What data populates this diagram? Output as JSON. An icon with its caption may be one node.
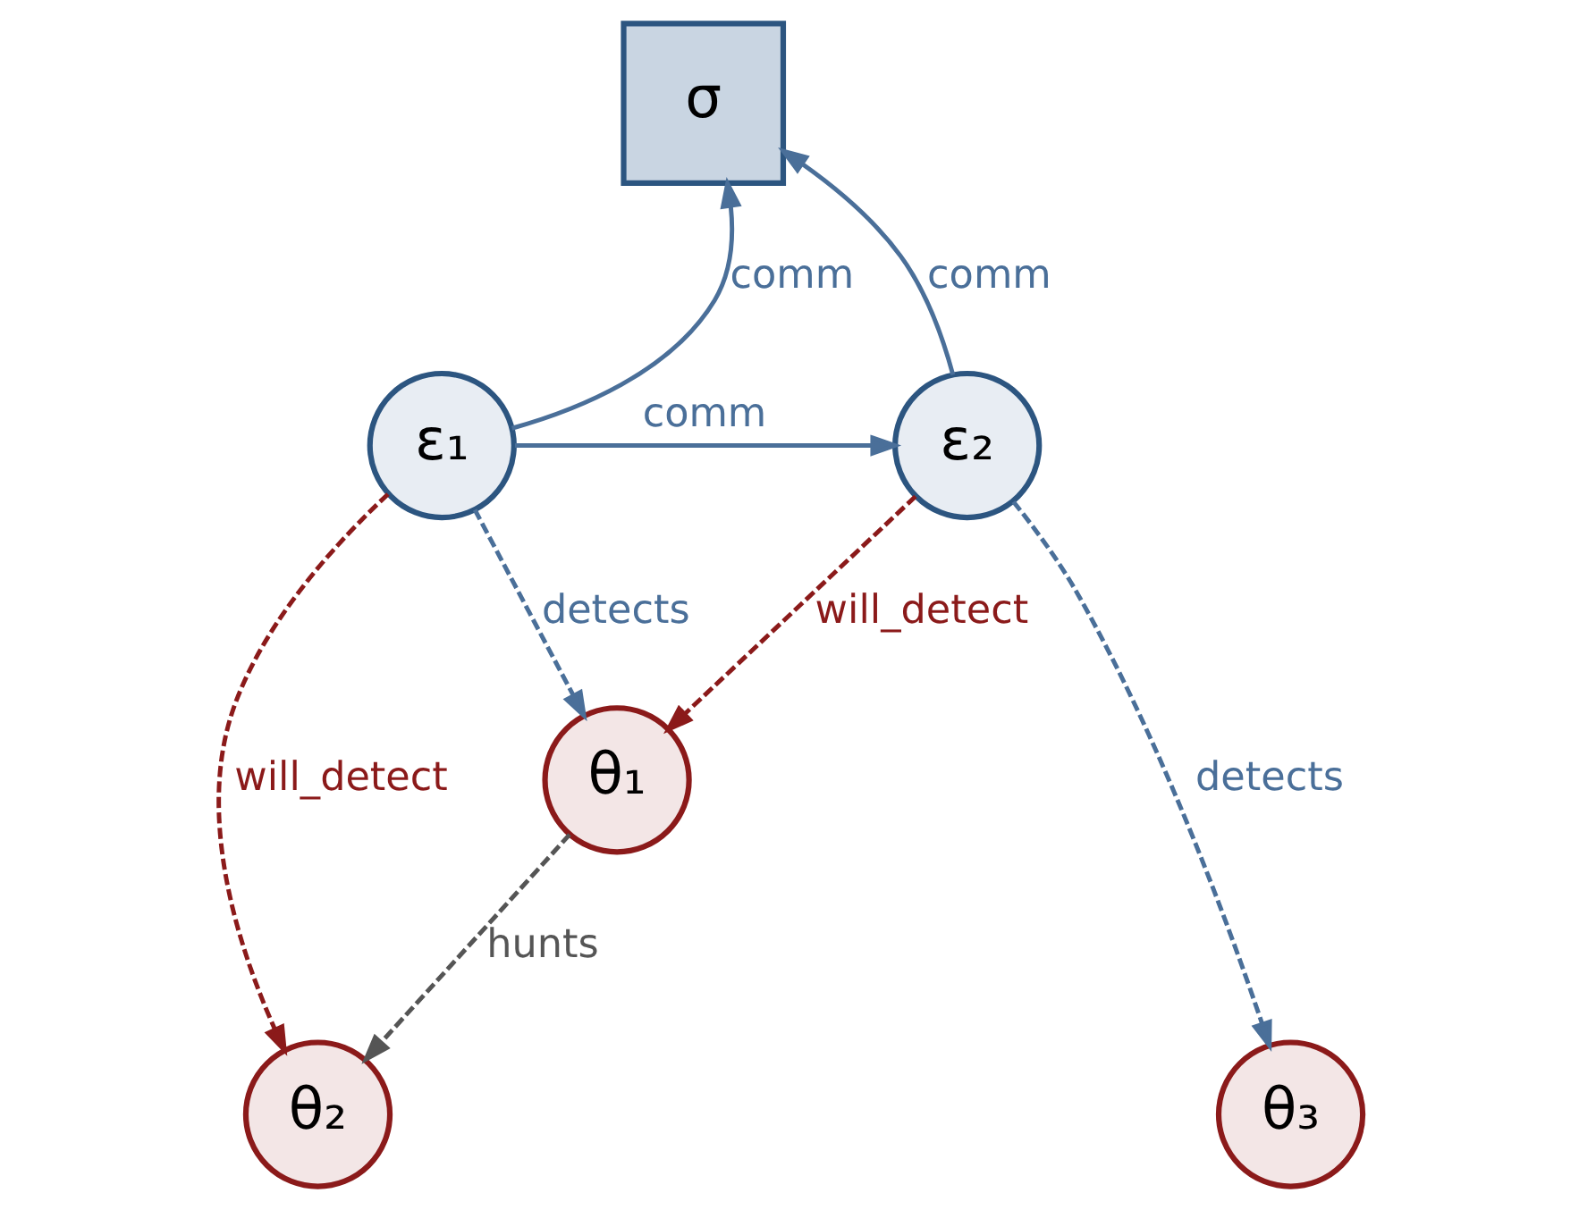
{
  "diagram": {
    "nodes": [
      {
        "text": [
          "σ"
        ]
      },
      {
        "text": [
          "ε₁"
        ]
      },
      {
        "text": [
          "ε₂"
        ]
      },
      {
        "text": [
          "θ₁"
        ]
      },
      {
        "text": [
          "θ₂"
        ]
      },
      {
        "text": [
          "θ₃"
        ]
      }
    ],
    "edges": [
      {
        "from": 1,
        "to": 0,
        "arrow": "to",
        "label": "comm"
      },
      {
        "from": 2,
        "to": 0,
        "arrow": "to",
        "label": "comm"
      },
      {
        "from": 1,
        "to": 2,
        "arrow": "to",
        "label": "comm"
      },
      {
        "from": 1,
        "to": 3,
        "arrow": "to",
        "label": "detects",
        "style": "dashed"
      },
      {
        "from": 2,
        "to": 3,
        "arrow": "to",
        "label": "will_detect",
        "style": "dashed",
        "color": "#8b1a1a"
      },
      {
        "from": 1,
        "to": 4,
        "arrow": "to",
        "label": "will_detect",
        "style": "dashed",
        "color": "#8b1a1a"
      },
      {
        "from": 3,
        "to": 4,
        "arrow": "to",
        "label": "hunts",
        "style": "dashed",
        "color": "#555555"
      },
      {
        "from": 2,
        "to": 5,
        "arrow": "to",
        "label": "detects",
        "style": "dashed"
      }
    ]
  }
}
